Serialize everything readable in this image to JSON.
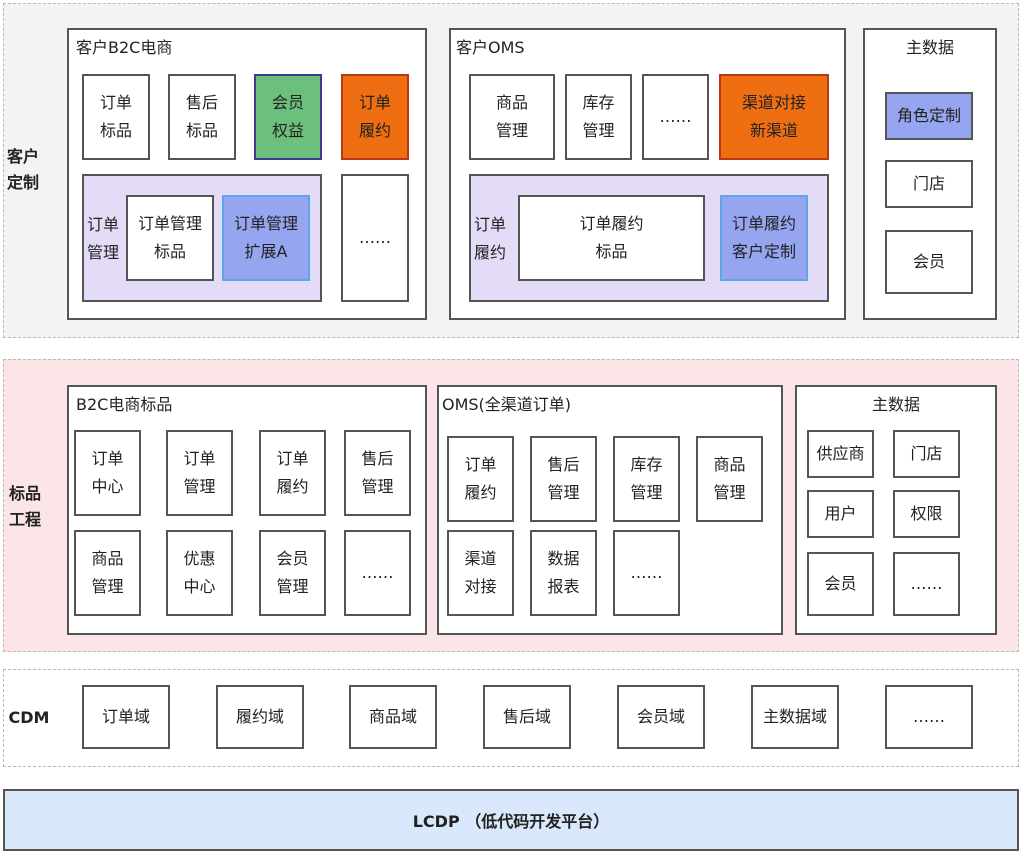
{
  "layers": {
    "customer": {
      "label": "客户\n定制",
      "b2c": {
        "title": "客户B2C电商",
        "boxes": [
          "订单\n标品",
          "售后\n标品",
          "会员\n权益",
          "订单\n履约"
        ],
        "group_label": "订单\n管理",
        "group_boxes": [
          "订单管理\n标品",
          "订单管理\n扩展A"
        ],
        "more": "……"
      },
      "oms": {
        "title": "客户OMS",
        "boxes": [
          "商品\n管理",
          "库存\n管理",
          "……",
          "渠道对接\n新渠道"
        ],
        "group_label": "订单\n履约",
        "group_boxes": [
          "订单履约\n标品",
          "订单履约\n客户定制"
        ]
      },
      "master": {
        "title": "主数据",
        "boxes": [
          "角色定制",
          "门店",
          "会员"
        ]
      }
    },
    "standard": {
      "label": "标品\n工程",
      "b2c": {
        "title": "B2C电商标品",
        "boxes": [
          "订单\n中心",
          "订单\n管理",
          "订单\n履约",
          "售后\n管理",
          "商品\n管理",
          "优惠\n中心",
          "会员\n管理",
          "……"
        ]
      },
      "oms": {
        "title": "OMS(全渠道订单)",
        "boxes": [
          "订单\n履约",
          "售后\n管理",
          "库存\n管理",
          "商品\n管理",
          "渠道\n对接",
          "数据\n报表",
          "……"
        ]
      },
      "master": {
        "title": "主数据",
        "boxes": [
          "供应商",
          "门店",
          "用户",
          "权限",
          "会员",
          "……"
        ]
      }
    },
    "cdm": {
      "label": "CDM",
      "boxes": [
        "订单域",
        "履约域",
        "商品域",
        "售后域",
        "会员域",
        "主数据域",
        "……"
      ]
    },
    "lcdp": {
      "label": "LCDP （低代码开发平台）"
    }
  },
  "colors": {
    "customer_band": "#f2f4f2",
    "standard_band": "#fbe5e6",
    "group_fill": "#e4dcf7",
    "highlight_green": "#6dbf7c",
    "highlight_orange": "#ef6e12",
    "highlight_blue": "#96a5f0",
    "lcdp_fill": "#d9e9fb"
  }
}
